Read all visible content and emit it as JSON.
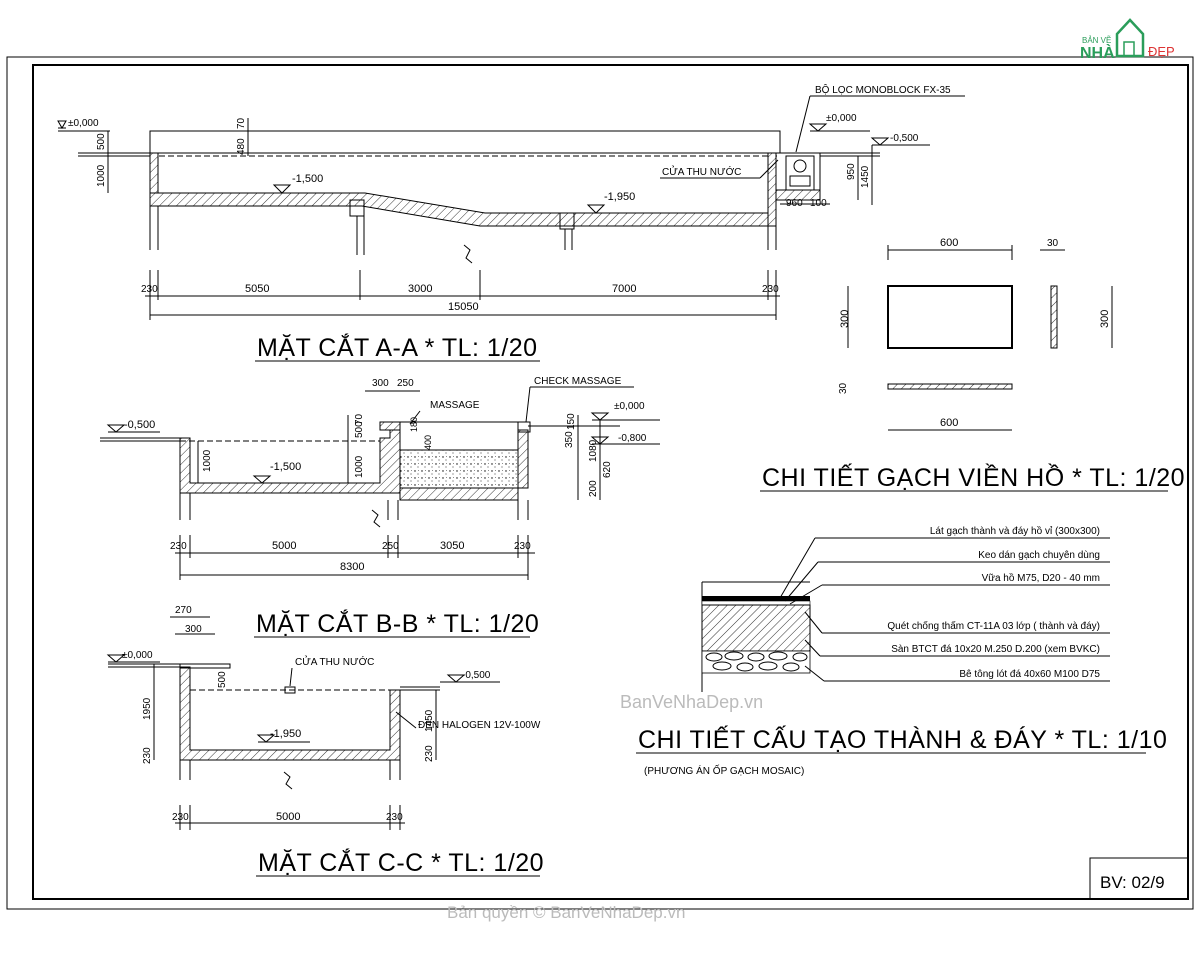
{
  "logo": {
    "line1": "BẢN VẼ",
    "nhi": "NHÀ",
    "dep": "ĐẸP"
  },
  "sheet_no": "BV: 02/9",
  "copyright": "Bản quyền © BanVeNhaDep.vn",
  "watermark": "BanVeNhaDep.vn",
  "section_aa": {
    "title": "MẶT CẮT A-A * TL: 1/20",
    "levels": {
      "top": "±0,000",
      "bed1": "-1,500",
      "bed2": "-1,950",
      "filter_top": "±0,000",
      "filter_out": "-0,500"
    },
    "labels": {
      "filter": "BỘ LỌC MONOBLOCK FX-35",
      "inlet": "CỬA THU NƯỚC"
    },
    "side_dims": {
      "d1000": "1000",
      "d500": "500",
      "d70": "70",
      "d480": "480",
      "d950": "950",
      "d1450": "1450",
      "d960": "960",
      "d100": "100"
    },
    "dims": {
      "w1": "230",
      "w2": "5050",
      "w3": "3000",
      "w4": "7000",
      "w5": "230",
      "total": "15050"
    }
  },
  "section_bb": {
    "title": "MẶT CẮT B-B * TL: 1/20",
    "levels": {
      "left": "-0,500",
      "bed": "-1,500",
      "top": "±0,000",
      "right": "-0,800"
    },
    "labels": {
      "massage": "MASSAGE",
      "check": "CHECK MASSAGE"
    },
    "side_dims": {
      "d300": "300",
      "d250": "250",
      "d70": "70",
      "d500": "500",
      "d1000a": "1000",
      "d1000b": "1000",
      "d180": "180",
      "d400": "400",
      "d150": "150",
      "d350": "350",
      "d1080": "1080",
      "d620": "620",
      "d200": "200"
    },
    "dims": {
      "w1": "230",
      "w2": "5000",
      "w3": "250",
      "w4": "3050",
      "w5": "230",
      "total": "8300"
    }
  },
  "section_cc": {
    "title": "MẶT CẮT C-C * TL: 1/20",
    "levels": {
      "top": "±0,000",
      "right": "-0,500",
      "bed": "-1,950"
    },
    "labels": {
      "inlet": "CỬA THU NƯỚC",
      "lamp": "ĐÈN HALOGEN 12V-100W"
    },
    "side_dims": {
      "d270": "270",
      "d300": "300",
      "d500": "500",
      "d1950": "1950",
      "d230l": "230",
      "d1450": "1450",
      "d230r": "230"
    },
    "dims": {
      "w1": "230",
      "w2": "5000",
      "w3": "230"
    }
  },
  "edge_tile": {
    "title": "CHI TIẾT GẠCH VIỀN HỒ * TL: 1/20",
    "dims": {
      "top": "600",
      "thick": "30",
      "left": "300",
      "right": "300",
      "side": "30",
      "bottom": "600"
    }
  },
  "wall_floor": {
    "title": "CHI TIẾT CẤU TẠO THÀNH & ĐÁY * TL: 1/10",
    "subtitle": "(PHƯƠNG ÁN ỐP GẠCH MOSAIC)",
    "layers": [
      "Lát gạch thành và đáy hồ vỉ (300x300)",
      "Keo dán gạch chuyên dùng",
      "Vữa hồ M75, D20 - 40 mm",
      "Quét chống thấm CT-11A 03 lớp ( thành và đáy)",
      "Sàn BTCT đá 10x20 M.250 D.200 (xem BVKC)",
      "Bê tông lót đá 40x60 M100 D75"
    ]
  }
}
